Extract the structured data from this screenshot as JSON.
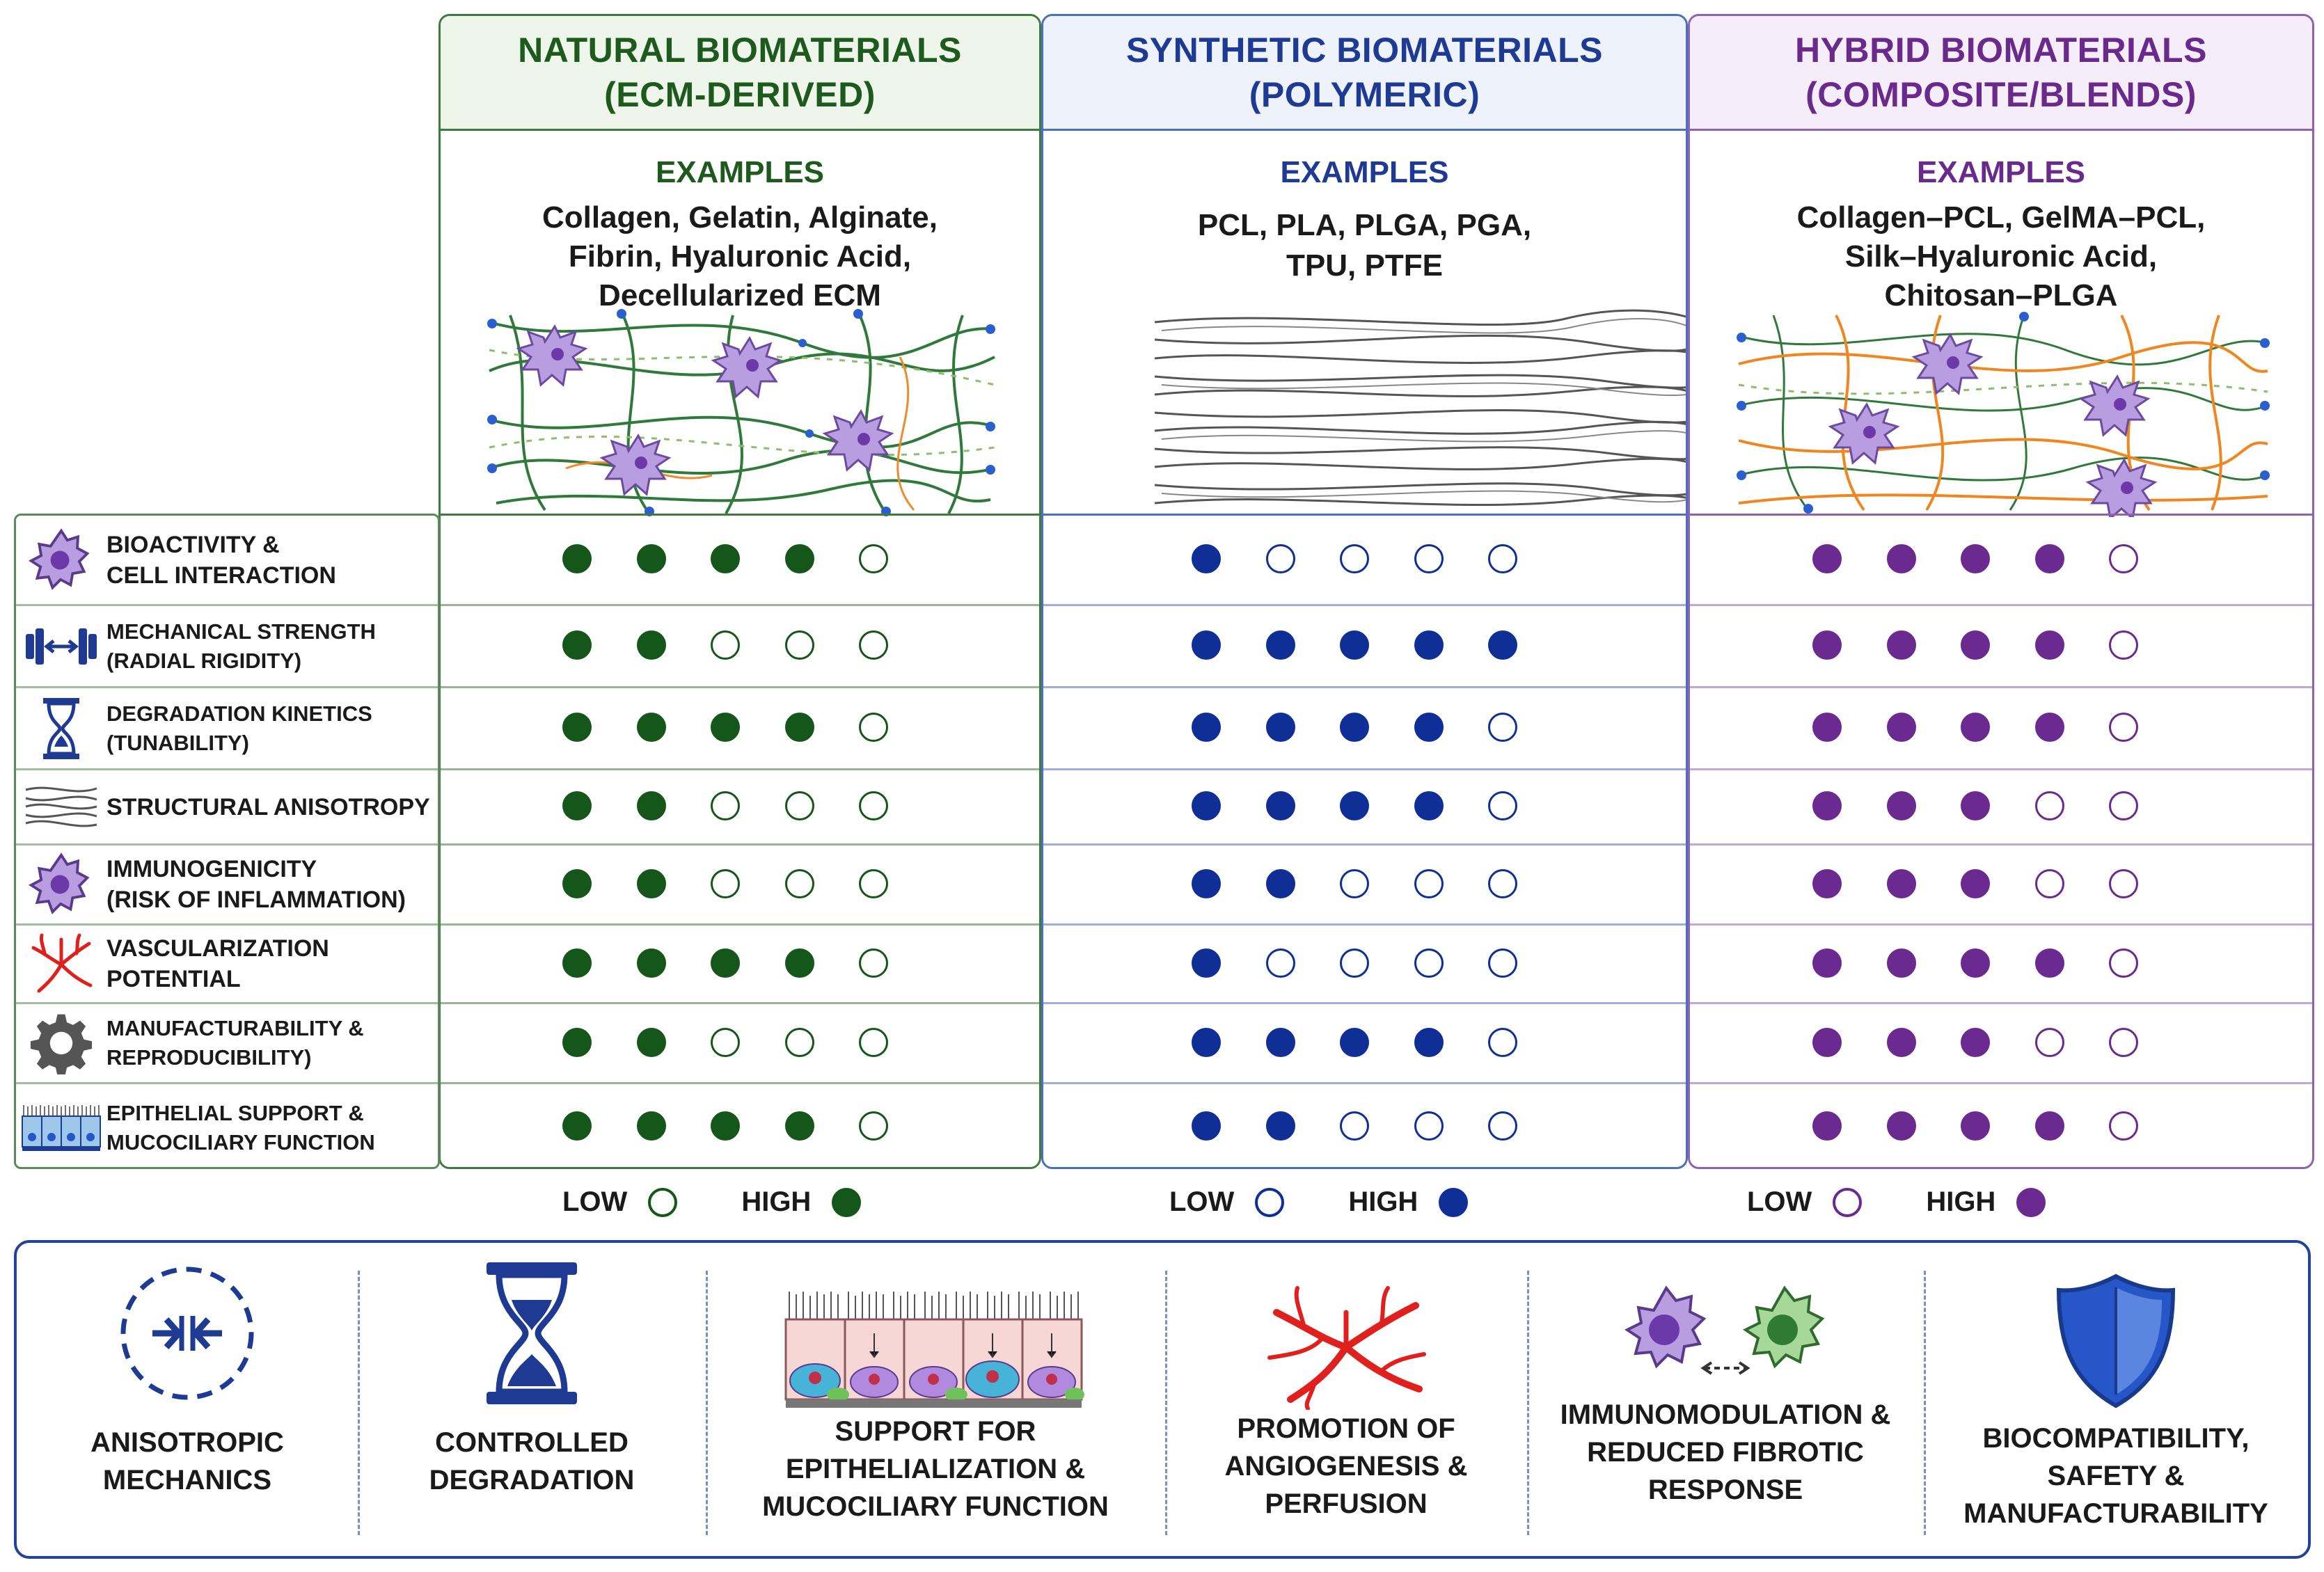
{
  "columns": [
    {
      "id": "natural",
      "title_line1": "NATURAL BIOMATERIALS",
      "title_line2": "(ECM-DERIVED)",
      "examples_label": "EXAMPLES",
      "examples": [
        "Collagen, Gelatin, Alginate,",
        "Fibrin, Hyaluronic Acid,",
        "Decellularized ECM"
      ],
      "color": "#1e5a1e",
      "light": "#f0f6ee",
      "border": "#3f7a3f",
      "dot": "#15561a"
    },
    {
      "id": "synthetic",
      "title_line1": "SYNTHETIC BIOMATERIALS",
      "title_line2": "(POLYMERIC)",
      "examples_label": "EXAMPLES",
      "examples": [
        "PCL, PLA, PLGA, PGA,",
        "TPU, PTFE"
      ],
      "color": "#1f3a93",
      "light": "#eef3fb",
      "border": "#4d6fc0",
      "dot": "#0f2f96"
    },
    {
      "id": "hybrid",
      "title_line1": "HYBRID BIOMATERIALS",
      "title_line2": "(COMPOSITE/BLENDS)",
      "examples_label": "EXAMPLES",
      "examples": [
        "Collagen–PCL, GelMA–PCL,",
        "Silk–Hyaluronic Acid,",
        "Chitosan–PLGA"
      ],
      "color": "#6a2a8c",
      "light": "#f6f0fa",
      "border": "#8f62b0",
      "dot": "#6b2a8f"
    }
  ],
  "criteria": [
    {
      "icon": "cell-icon",
      "line1": "BIOACTIVITY &",
      "line2": "CELL INTERACTION",
      "scores": [
        4,
        1,
        4
      ]
    },
    {
      "icon": "dumbbell-icon",
      "line1": "MECHANICAL STRENGTH",
      "line2": "(RADIAL RIGIDITY)",
      "scores": [
        2,
        5,
        4
      ]
    },
    {
      "icon": "hourglass-icon",
      "line1": "DEGRADATION KINETICS",
      "line2": "(TUNABILITY)",
      "scores": [
        4,
        4,
        4
      ]
    },
    {
      "icon": "fiber-icon",
      "line1": "STRUCTURAL ANISOTROPY",
      "line2": "",
      "scores": [
        2,
        4,
        3
      ]
    },
    {
      "icon": "cell-icon",
      "line1": "IMMUNOGENICITY",
      "line2": "(RISK OF INFLAMMATION)",
      "scores": [
        2,
        2,
        3
      ]
    },
    {
      "icon": "vessel-icon",
      "line1": "VASCULARIZATION",
      "line2": "POTENTIAL",
      "scores": [
        4,
        1,
        4
      ]
    },
    {
      "icon": "gear-icon",
      "line1": "MANUFACTURABILITY &",
      "line2": "REPRODUCIBILITY)",
      "scores": [
        2,
        4,
        3
      ]
    },
    {
      "icon": "epithelium-icon",
      "line1": "EPITHELIAL SUPPORT &",
      "line2": "MUCOCILIARY FUNCTION",
      "scores": [
        4,
        2,
        4
      ]
    }
  ],
  "max_score": 5,
  "legend": {
    "low": "LOW",
    "high": "HIGH"
  },
  "goals": [
    {
      "icon": "anisotropy-icon",
      "lines": [
        "ANISOTROPIC",
        "MECHANICS"
      ]
    },
    {
      "icon": "hourglass-icon",
      "lines": [
        "CONTROLLED",
        "DEGRADATION"
      ]
    },
    {
      "icon": "epithelium-icon",
      "lines": [
        "SUPPORT FOR",
        "EPITHELIALIZATION &",
        "MUCOCILIARY FUNCTION"
      ]
    },
    {
      "icon": "vessel-icon",
      "lines": [
        "PROMOTION OF",
        "ANGIOGENESIS &",
        "PERFUSION"
      ]
    },
    {
      "icon": "immune-cells-icon",
      "lines": [
        "IMMUNOMODULATION &",
        "REDUCED FIBROTIC",
        "RESPONSE"
      ]
    },
    {
      "icon": "shield-icon",
      "lines": [
        "BIOCOMPATIBILITY,",
        "SAFETY &",
        "MANUFACTURABILITY"
      ]
    }
  ]
}
